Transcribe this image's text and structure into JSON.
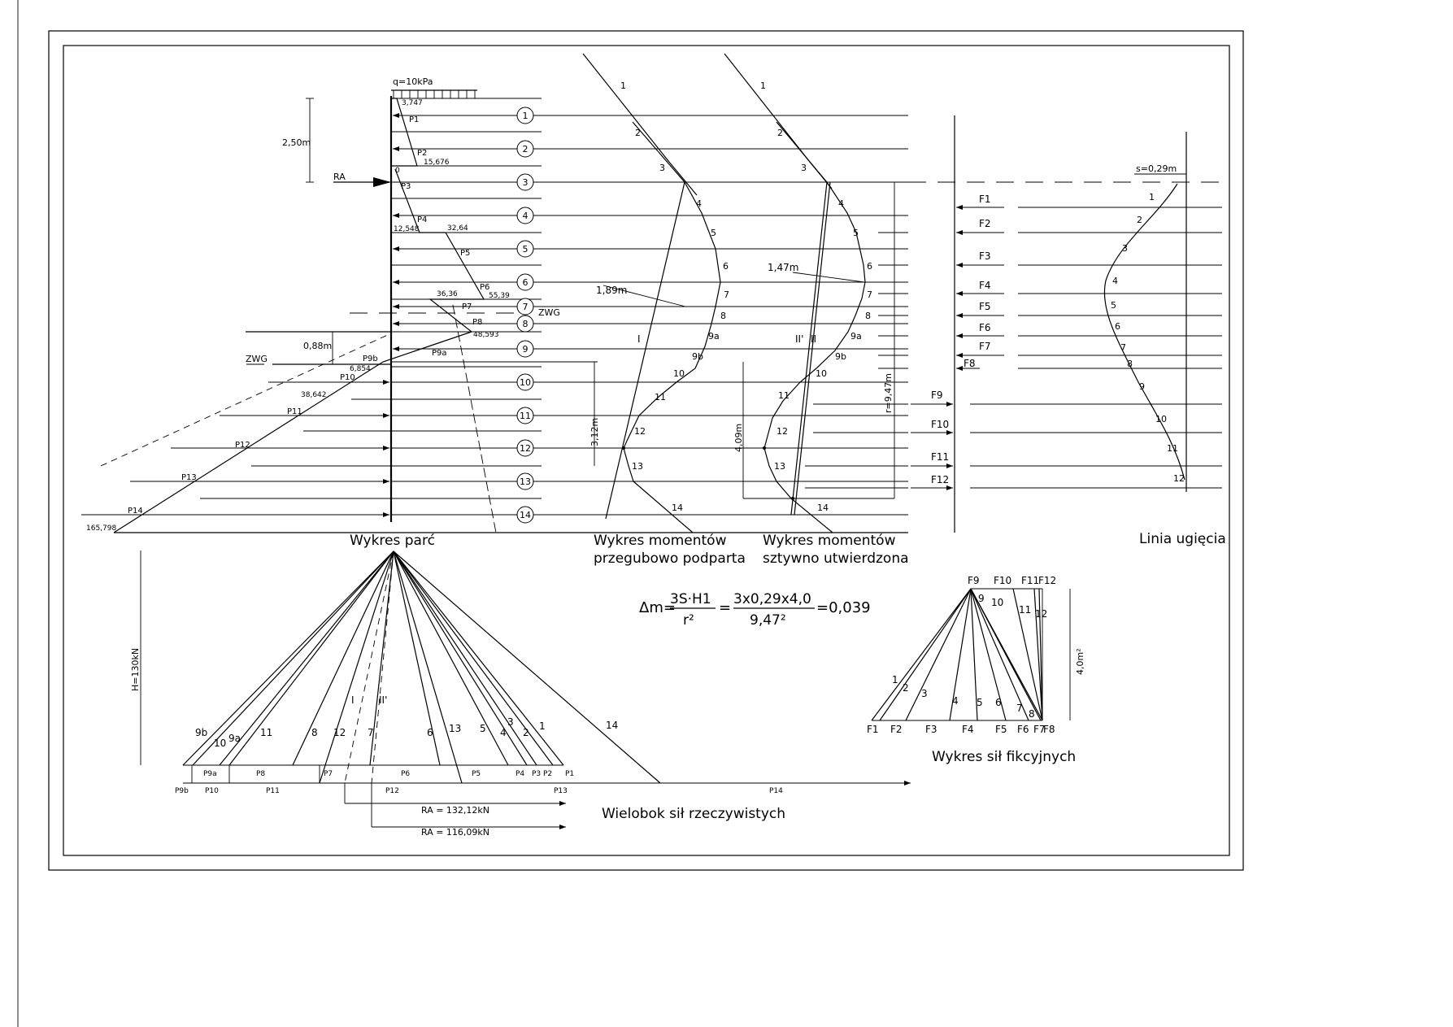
{
  "load": {
    "q": "q=10kPa"
  },
  "pressure": {
    "title": "Wykres parć",
    "values": [
      "3,747",
      "15,676",
      "0",
      "12,548",
      "32,64",
      "36,36",
      "55,39",
      "48,593",
      "6,854",
      "38,642",
      "165,798"
    ],
    "forces": [
      "P1",
      "P2",
      "P3",
      "P4",
      "P5",
      "P6",
      "P7",
      "P8",
      "P9a",
      "P9b",
      "P10",
      "P11",
      "P12",
      "P13",
      "P14"
    ],
    "ra": "RA",
    "zwg": "ZWG"
  },
  "dims": {
    "d250": "2,50m",
    "d088": "0,88m",
    "d312": "3,12m",
    "d409": "4,09m",
    "d189": "1,89m",
    "d147": "1,47m",
    "r": "r=9,47m",
    "s": "s=0,29m",
    "H": "H=130kN",
    "area": "4,0m²"
  },
  "strips": [
    "1",
    "2",
    "3",
    "4",
    "5",
    "6",
    "7",
    "8",
    "9",
    "10",
    "11",
    "12",
    "13",
    "14"
  ],
  "moments_pin": {
    "title_1": "Wykres momentów",
    "title_2": "przegubowo podparta",
    "labels": [
      "1",
      "2",
      "3",
      "4",
      "5",
      "6",
      "7",
      "8",
      "9a",
      "9b",
      "10",
      "11",
      "12",
      "13",
      "14"
    ],
    "closing": "I"
  },
  "moments_fixed": {
    "title_1": "Wykres momentów",
    "title_2": "sztywno utwierdzona",
    "labels": [
      "1",
      "2",
      "3",
      "4",
      "5",
      "6",
      "7",
      "8",
      "9a",
      "9b",
      "10",
      "11",
      "12",
      "13",
      "14"
    ],
    "closing_a": "II'",
    "closing_b": "II"
  },
  "fictitious": {
    "forces": [
      "F1",
      "F2",
      "F3",
      "F4",
      "F5",
      "F6",
      "F7",
      "F8",
      "F9",
      "F10",
      "F11",
      "F12"
    ]
  },
  "deflection": {
    "title": "Linia ugięcia",
    "labels": [
      "1",
      "2",
      "3",
      "4",
      "5",
      "6",
      "7",
      "8",
      "9",
      "10",
      "11",
      "12"
    ]
  },
  "polygon": {
    "title": "Wielobok sił rzeczywistych",
    "ray_labels": [
      "9b",
      "10",
      "9a",
      "11",
      "8",
      "12",
      "I",
      "7",
      "II'",
      "6",
      "13",
      "5",
      "4",
      "3",
      "2",
      "1",
      "14"
    ],
    "force_labels_upper": [
      "P9a",
      "P8",
      "P7",
      "P6",
      "P5",
      "P4",
      "P3",
      "P2",
      "P1"
    ],
    "force_labels_lower": [
      "P9b",
      "P10",
      "P11",
      "P12",
      "P13",
      "P14"
    ],
    "ra_a": "RA = 132,12kN",
    "ra_b": "RA = 116,09kN"
  },
  "fict_polygon": {
    "title": "Wykres sił fikcyjnych",
    "ray_labels": [
      "1",
      "2",
      "3",
      "4",
      "5",
      "6",
      "7",
      "8",
      "9",
      "10",
      "11",
      "12"
    ],
    "bottom_labels": [
      "F1",
      "F2",
      "F3",
      "F4",
      "F5",
      "F6",
      "F7",
      "F8"
    ],
    "top_labels": [
      "F9",
      "F10",
      "F11",
      "F12"
    ]
  },
  "formula": {
    "lhs": "Δm=",
    "frac1_num": "3S·H1",
    "frac1_den": "r²",
    "frac2_num": "3x0,29x4,0",
    "frac2_den": "9,47²",
    "result": "=0,039"
  }
}
